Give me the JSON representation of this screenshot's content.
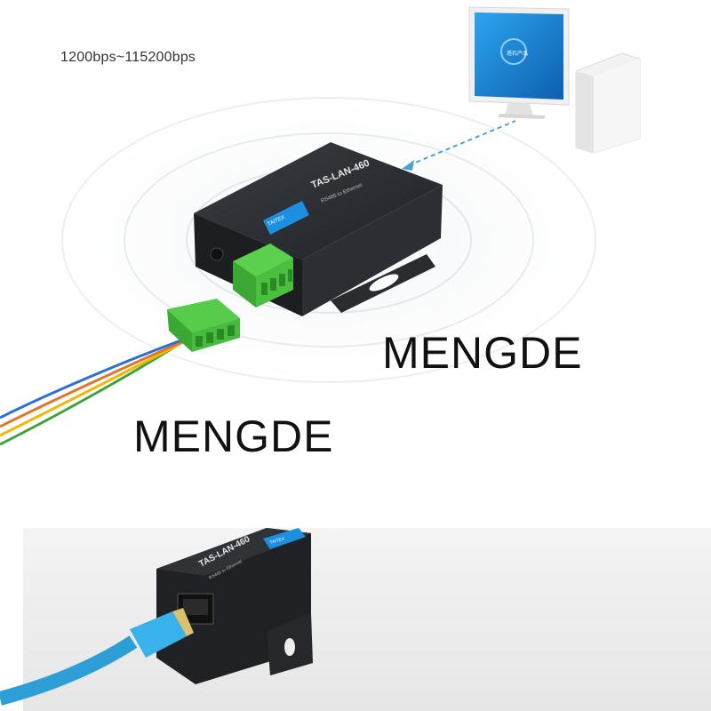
{
  "spec_text": "1200bps~115200bps",
  "watermarks": [
    "MENGDE",
    "MENGDE"
  ],
  "device": {
    "model": "TAS-LAN-460",
    "subtitle": "RS485 to Ethernet",
    "brand": "TAITEX"
  },
  "monitor_label": "塔石产品",
  "colors": {
    "terminal_green": "#3fbf3f",
    "cable_blue": "#2e9ed6",
    "device_body": "#26282c",
    "screen_blue": "#1787d6",
    "wire_colors": [
      "#3fa33a",
      "#f2b705",
      "#e0762a",
      "#2f6fd1"
    ]
  },
  "icons": [
    "desktop-computer-icon",
    "rs485-terminal-block-icon",
    "ethernet-cable-icon"
  ]
}
